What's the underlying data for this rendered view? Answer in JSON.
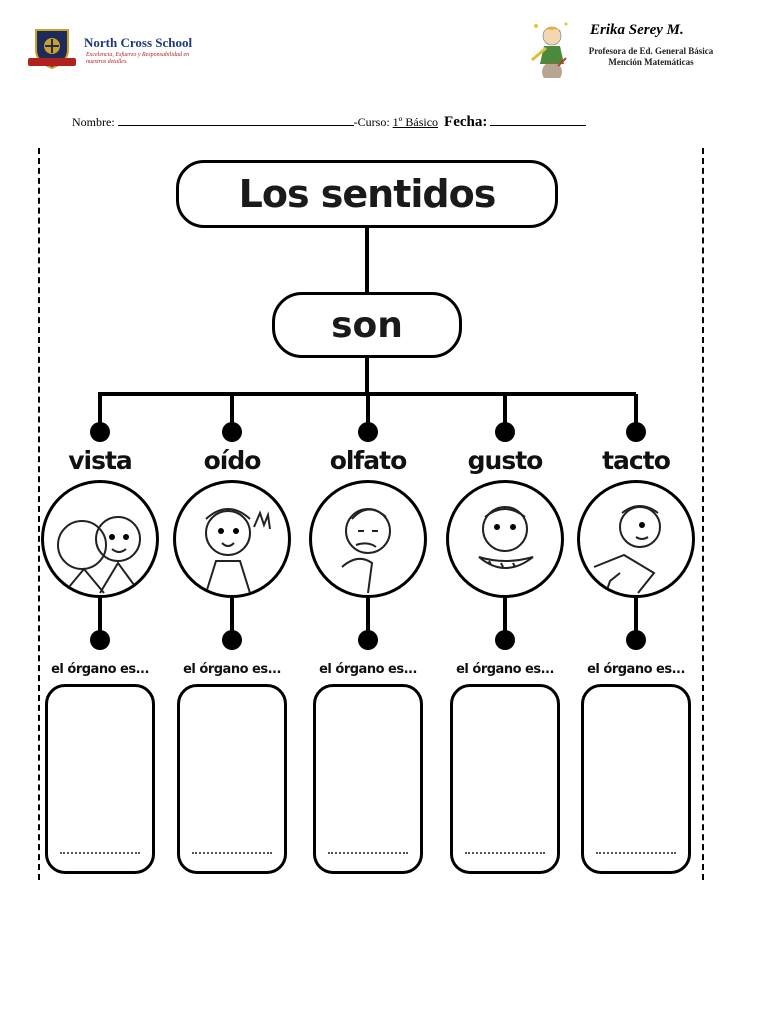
{
  "header": {
    "school_name": "North Cross School",
    "school_motto": "Excelencia, Esfuerzo y Responsabilidad en nuestros detalles.",
    "teacher_name": "Erika Serey M.",
    "teacher_title_1": "Profesora de Ed. General Básica",
    "teacher_title_2": "Mención Matemáticas"
  },
  "info": {
    "nombre_label": "Nombre:",
    "curso_label": "-Curso:",
    "curso_value": "1º Básico",
    "fecha_label": "Fecha:"
  },
  "diagram": {
    "title": "Los sentidos",
    "connector": "son",
    "organ_prompt": "el órgano es...",
    "senses": [
      {
        "label": "vista",
        "icon": "eyes-child-icon"
      },
      {
        "label": "oído",
        "icon": "ear-child-icon"
      },
      {
        "label": "olfato",
        "icon": "nose-child-icon"
      },
      {
        "label": "gusto",
        "icon": "mouth-child-icon"
      },
      {
        "label": "tacto",
        "icon": "hand-child-icon"
      }
    ]
  },
  "colors": {
    "school_name": "#1b3a7a",
    "school_motto": "#b22222",
    "ink": "#000000"
  }
}
